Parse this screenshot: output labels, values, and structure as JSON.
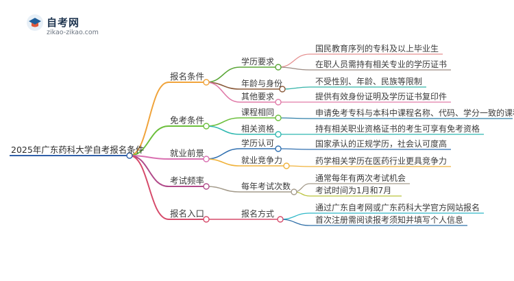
{
  "logo": {
    "title": "自考网",
    "subtitle": "zikao-zikao.com"
  },
  "root": "2025年广东药科大学自考报名条件",
  "branches": [
    {
      "label": "报名条件",
      "color": "#f0a33a",
      "children": [
        {
          "label": "学历要求",
          "color": "#5aa637",
          "children": [
            {
              "label": "国民教育序列的专科及以上毕业生",
              "color": "#e58f8f"
            },
            {
              "label": "在职人员需持有相关专业的学历证书",
              "color": "#9b8a82"
            }
          ]
        },
        {
          "label": "年龄与身份",
          "color": "#8a5a3a",
          "children": [
            {
              "label": "不受性别、年龄、民族等限制",
              "color": "#33b3a8"
            }
          ]
        },
        {
          "label": "其他要求",
          "color": "#e07aa8",
          "children": [
            {
              "label": "提供有效身份证明及学历证书复印件",
              "color": "#e07aa8"
            }
          ]
        }
      ]
    },
    {
      "label": "免考条件",
      "color": "#6cbf3c",
      "children": [
        {
          "label": "课程相同",
          "color": "#6cbf3c",
          "children": [
            {
              "label": "申请免考专科与本科中课程名称、代码、学分一致的课程",
              "color": "#2f7fa8"
            }
          ]
        },
        {
          "label": "相关资格",
          "color": "#2fb8b0",
          "children": [
            {
              "label": "持有相关职业资格证书的考生可享有免考资格",
              "color": "#2fb8b0"
            }
          ]
        }
      ]
    },
    {
      "label": "就业前景",
      "color": "#d96fb0",
      "children": [
        {
          "label": "学历认可",
          "color": "#2f6fb0",
          "children": [
            {
              "label": "国家承认的正规学历，社会认可度高",
              "color": "#2f6fb0"
            }
          ]
        },
        {
          "label": "就业竞争力",
          "color": "#f0b23a",
          "children": [
            {
              "label": "药学相关学历在医药行业更具竞争力",
              "color": "#f0b23a"
            }
          ]
        }
      ]
    },
    {
      "label": "考试频率",
      "color": "#b14a8a",
      "children": [
        {
          "label": "每年考试次数",
          "color": "#a39a8a",
          "children": [
            {
              "label": "通常每年有两次考试机会",
              "color": "#a39a8a"
            },
            {
              "label": "考试时间为1月和7月",
              "color": "#b9c23a"
            }
          ]
        }
      ]
    },
    {
      "label": "报名入口",
      "color": "#d64a6a",
      "children": [
        {
          "label": "报名方式",
          "color": "#d64a6a",
          "children": [
            {
              "label": "通过广东自考网或广东药科大学官方网站报名",
              "color": "#2fb8c8"
            },
            {
              "label": "首次注册需阅读报考须知并填写个人信息",
              "color": "#2f6fa8"
            }
          ]
        }
      ]
    }
  ]
}
